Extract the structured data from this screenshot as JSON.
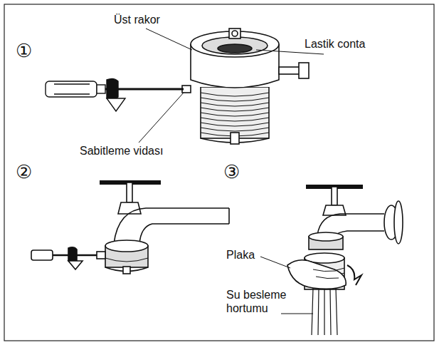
{
  "diagram": {
    "labels": [
      "①",
      "Üst rakor",
      "Lastik conta",
      "Sabitleme vidası",
      "②",
      "③",
      "Plaka",
      "Su besleme hortumu"
    ]
  }
}
